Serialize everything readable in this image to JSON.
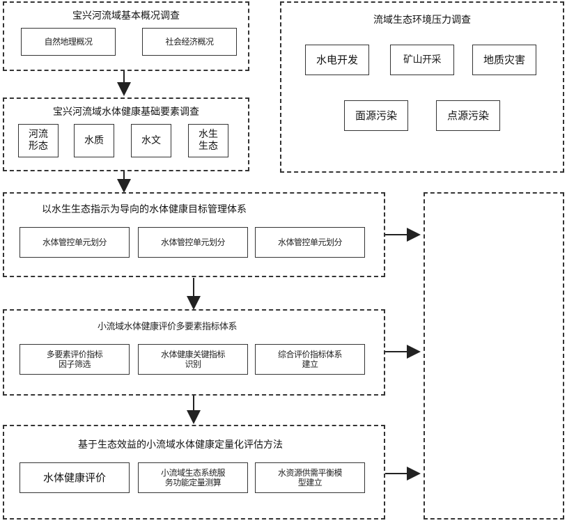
{
  "section1": {
    "title": "宝兴河流域基本概况调查",
    "box1": "自然地理概况",
    "box2": "社会经济概况"
  },
  "section2": {
    "title": "流域生态环境压力调查",
    "box1": "水电开发",
    "box2": "矿山开采",
    "box3": "地质灾害",
    "box4": "面源污染",
    "box5": "点源污染"
  },
  "section3": {
    "title": "宝兴河流域水体健康基础要素调查",
    "box1": "河流\n形态",
    "box2": "水质",
    "box3": "水文",
    "box4": "水生\n生态"
  },
  "section4": {
    "title": "以水生生态指示为导向的水体健康目标管理体系",
    "box1": "水体管控单元划分",
    "box2": "水体管控单元划分",
    "box3": "水体管控单元划分"
  },
  "section5": {
    "title": "小流域水体健康评价多要素指标体系",
    "box1": "多要素评价指标\n因子筛选",
    "box2": "水体健康关键指标\n识别",
    "box3": "综合评价指标体系\n建立"
  },
  "section6": {
    "title": "基于生态效益的小流域水体健康定量化评估方法",
    "box1": "水体健康评价",
    "box2": "小流域生态系统服\n务功能定量测算",
    "box3": "水资源供需平衡模\n型建立"
  }
}
